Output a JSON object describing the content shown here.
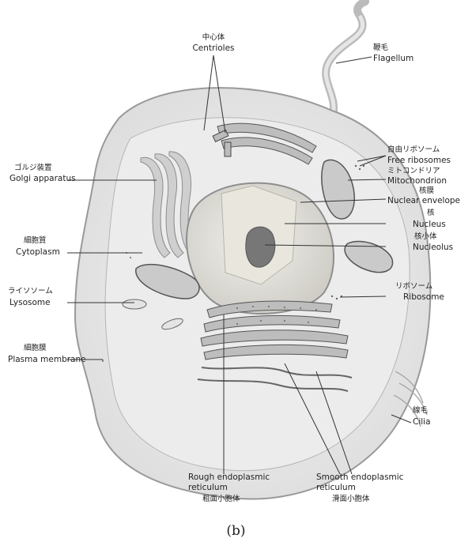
{
  "caption": "(b)",
  "labels": {
    "centrioles": {
      "jp": "中心体",
      "en": "Centrioles"
    },
    "flagellum": {
      "jp": "鞭毛",
      "en": "Flagellum"
    },
    "free_ribosomes": {
      "jp": "自由リボソーム",
      "en": "Free ribosomes"
    },
    "mitochondrion": {
      "jp": "ミトコンドリア",
      "en": "Mitochondrion"
    },
    "nuclear_envelope": {
      "jp": "核膜",
      "en": "Nuclear envelope"
    },
    "nucleus": {
      "jp": "核",
      "en": "Nucleus"
    },
    "nucleolus": {
      "jp": "核小体",
      "en": "Nucleolus"
    },
    "ribosome": {
      "jp": "リボソーム",
      "en": "Ribosome"
    },
    "golgi": {
      "jp": "ゴルジ装置",
      "en": "Golgi apparatus"
    },
    "cytoplasm": {
      "jp": "細胞質",
      "en": "Cytoplasm"
    },
    "lysosome": {
      "jp": "ライソソーム",
      "en": "Lysosome"
    },
    "plasma_membrane": {
      "jp": "細胞膜",
      "en": "Plasma membrane"
    },
    "cilia": {
      "jp": "線毛",
      "en": "Cilia"
    },
    "rough_er": {
      "en1": "Rough endoplasmic",
      "en2": "reticulum",
      "jp": "粗面小胞体"
    },
    "smooth_er": {
      "en1": "Smooth endoplasmic",
      "en2": "reticulum",
      "jp": "滑面小胞体"
    }
  }
}
